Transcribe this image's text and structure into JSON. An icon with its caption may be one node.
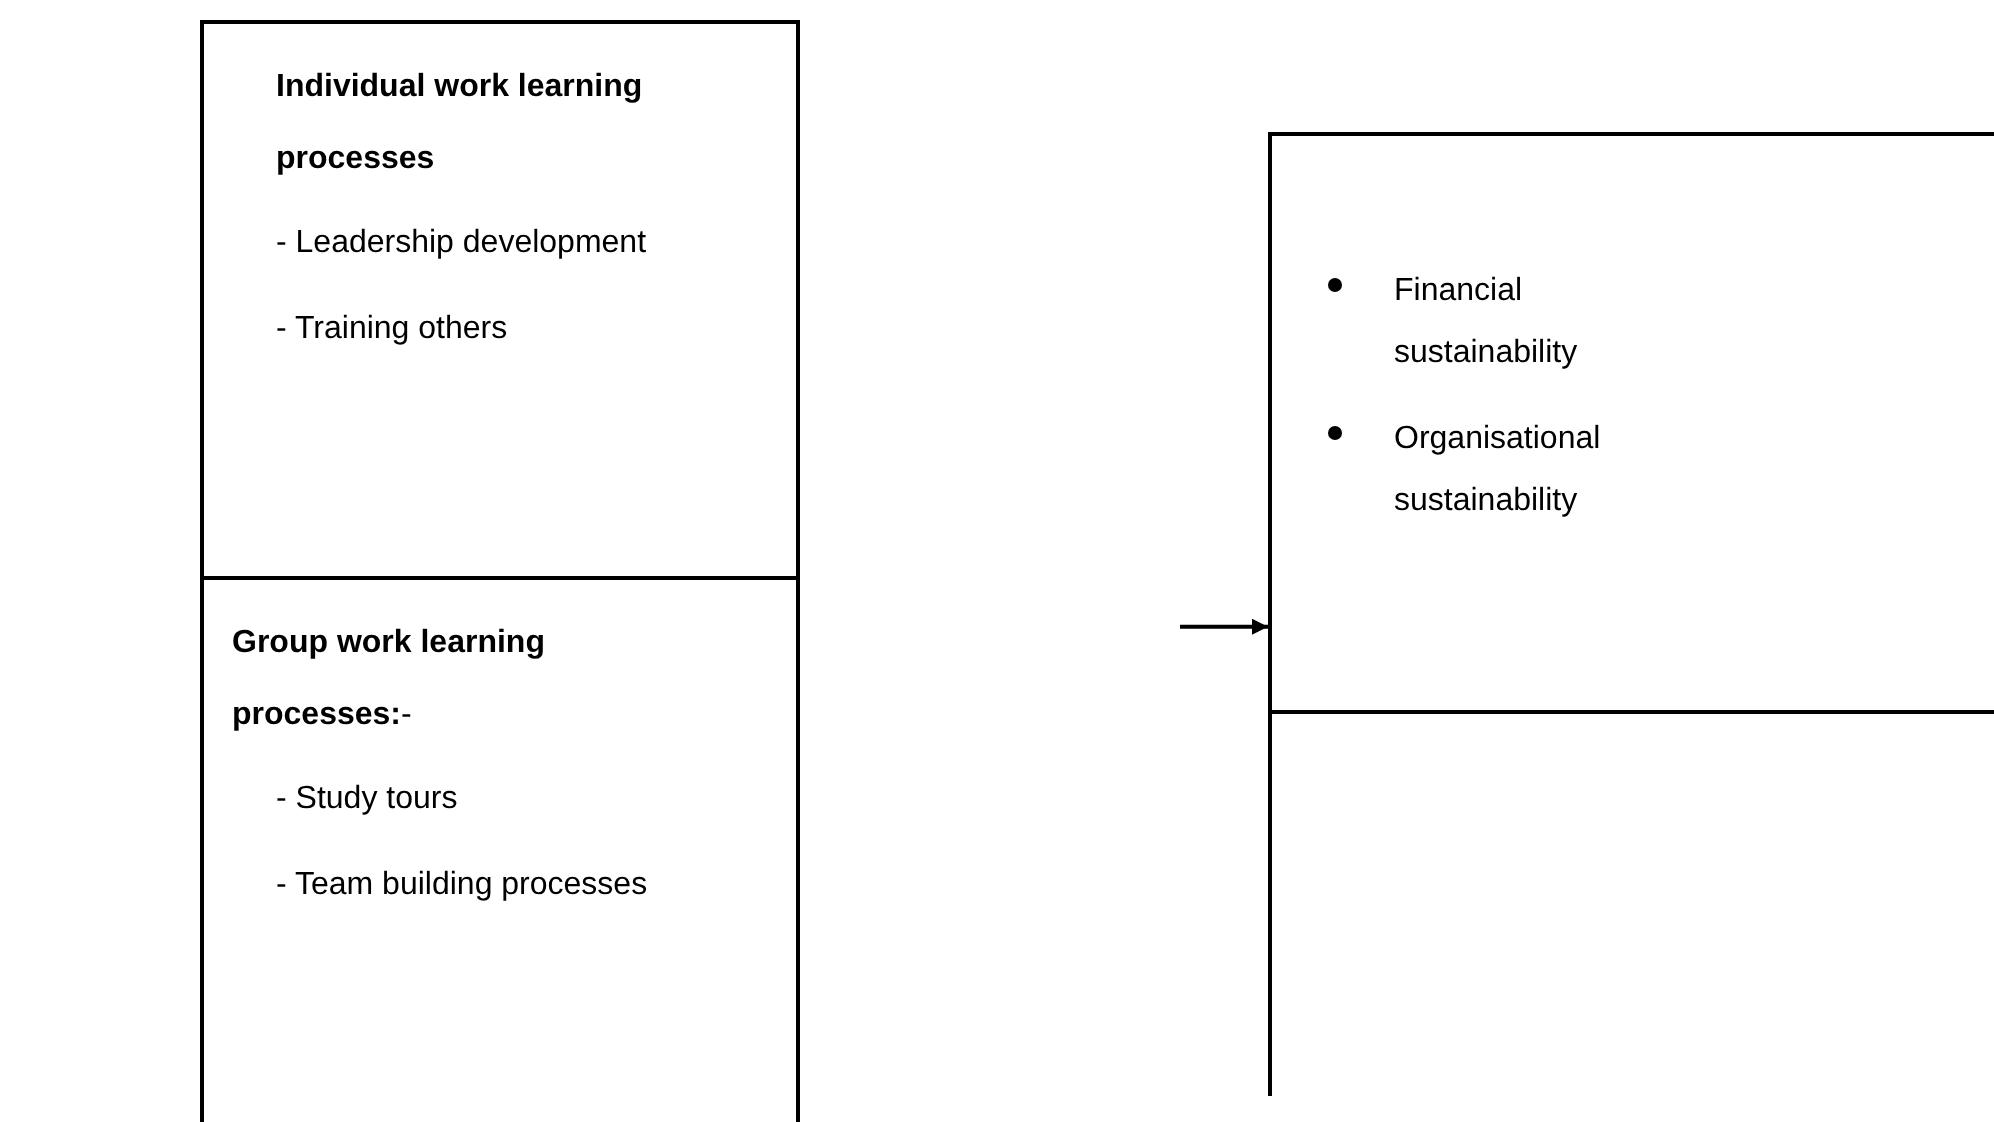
{
  "diagram": {
    "nodes": [
      {
        "text": [
          "Individual work learning processes",
          "- Leadership development",
          "- Training others"
        ]
      },
      {
        "text": [
          "**Group work learning processes:**-",
          "- Study tours",
          "- Team building processes"
        ]
      },
      {
        "text": [
          "Financial sustainability",
          "Organisational sustainability"
        ]
      }
    ],
    "edges": [
      {
        "from": null,
        "to": 2,
        "arrow": "to"
      }
    ]
  }
}
